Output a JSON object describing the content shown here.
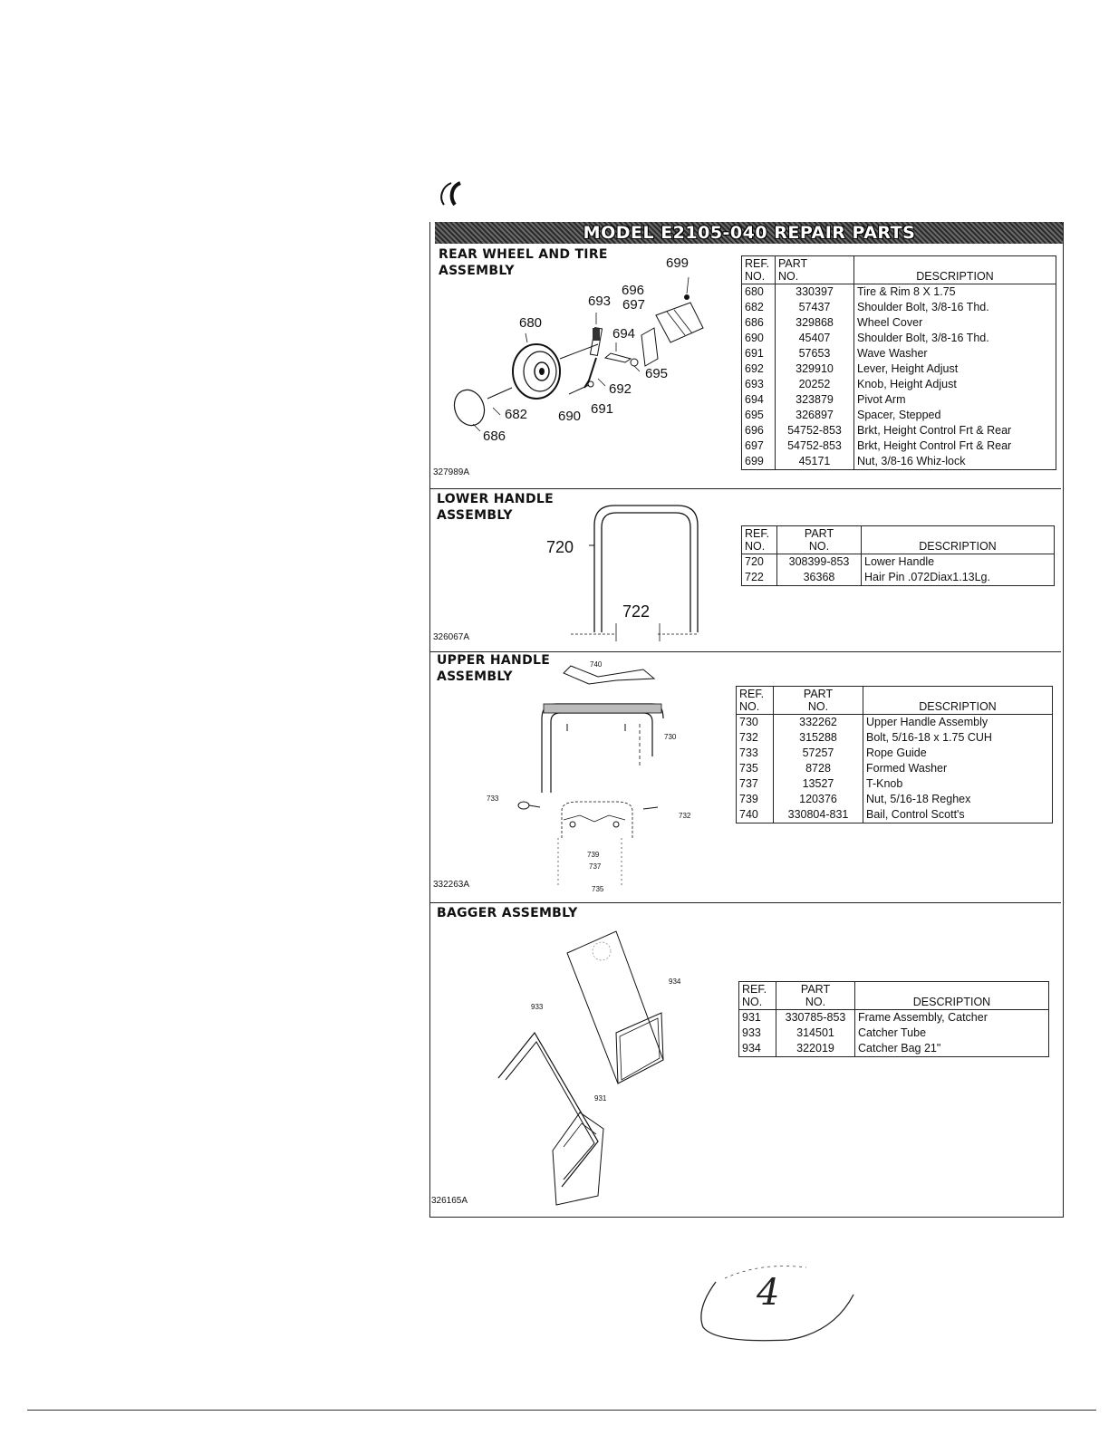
{
  "banner_title": "MODEL E2105-040 REPAIR PARTS",
  "columns": {
    "ref": "REF.\nNO.",
    "part": "PART\nNO.",
    "desc": "DESCRIPTION"
  },
  "sections": [
    {
      "title": "REAR WHEEL AND TIRE\nASSEMBLY",
      "figure_code": "327989A",
      "callouts": [
        "699",
        "696",
        "693",
        "697",
        "680",
        "694",
        "695",
        "692",
        "682",
        "690",
        "691",
        "686"
      ],
      "rows": [
        [
          "680",
          "330397",
          "Tire & Rim 8 X 1.75"
        ],
        [
          "682",
          "57437",
          "Shoulder Bolt, 3/8-16 Thd."
        ],
        [
          "686",
          "329868",
          "Wheel Cover"
        ],
        [
          "690",
          "45407",
          "Shoulder Bolt, 3/8-16 Thd."
        ],
        [
          "691",
          "57653",
          "Wave Washer"
        ],
        [
          "692",
          "329910",
          "Lever, Height Adjust"
        ],
        [
          "693",
          "20252",
          "Knob, Height Adjust"
        ],
        [
          "694",
          "323879",
          "Pivot Arm"
        ],
        [
          "695",
          "326897",
          "Spacer, Stepped"
        ],
        [
          "696",
          "54752-853",
          "Brkt, Height Control Frt & Rear"
        ],
        [
          "697",
          "54752-853",
          "Brkt, Height Control Frt & Rear"
        ],
        [
          "699",
          "45171",
          "Nut, 3/8-16 Whiz-lock"
        ]
      ]
    },
    {
      "title": "LOWER HANDLE\nASSEMBLY",
      "figure_code": "326067A",
      "callouts": [
        "720",
        "722"
      ],
      "rows": [
        [
          "720",
          "308399-853",
          "Lower Handle"
        ],
        [
          "722",
          "36368",
          "Hair Pin .072Diax1.13Lg."
        ]
      ]
    },
    {
      "title": "UPPER HANDLE\nASSEMBLY",
      "figure_code": "332263A",
      "callouts": [
        "740",
        "730",
        "733",
        "732",
        "739",
        "737",
        "735"
      ],
      "rows": [
        [
          "730",
          "332262",
          "Upper Handle Assembly"
        ],
        [
          "732",
          "315288",
          "Bolt, 5/16-18 x 1.75 CUH"
        ],
        [
          "733",
          "57257",
          "Rope Guide"
        ],
        [
          "735",
          "8728",
          "Formed Washer"
        ],
        [
          "737",
          "13527",
          "T-Knob"
        ],
        [
          "739",
          "120376",
          "Nut, 5/16-18 Reghex"
        ],
        [
          "740",
          "330804-831",
          "Bail, Control Scott's"
        ]
      ]
    },
    {
      "title": "BAGGER ASSEMBLY",
      "figure_code": "326165A",
      "callouts": [
        "934",
        "933",
        "931"
      ],
      "rows": [
        [
          "931",
          "330785-853",
          "Frame Assembly, Catcher"
        ],
        [
          "933",
          "314501",
          "Catcher Tube"
        ],
        [
          "934",
          "322019",
          "Catcher Bag 21\""
        ]
      ]
    }
  ],
  "page_number": "4"
}
